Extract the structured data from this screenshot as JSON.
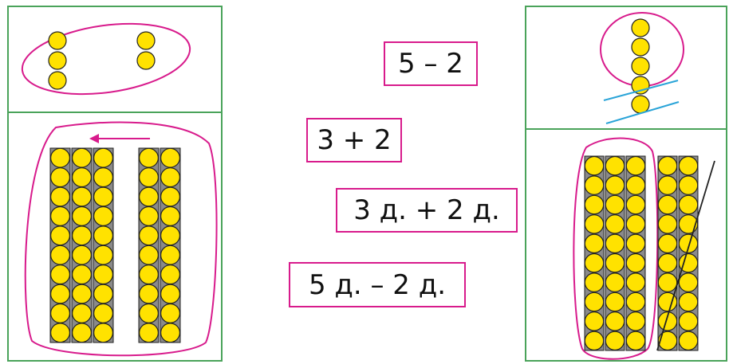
{
  "expressions": {
    "e1": "5 – 2",
    "e2": "3 + 2",
    "e3": "3 д. + 2 д.",
    "e4": "5 д. – 2 д."
  },
  "colors": {
    "frame": "#4aa35a",
    "loop": "#d81b8c",
    "bead": "#ffe200",
    "bead_stroke": "#222222",
    "strip": "#555555",
    "cross_line": "#2aa4d8",
    "arrow": "#d81b8c"
  },
  "counts": {
    "left_top_beads": 5,
    "left_bottom_tens": 5,
    "right_top_beads": 5,
    "right_bottom_tens": 5,
    "beads_per_ten": 10
  }
}
